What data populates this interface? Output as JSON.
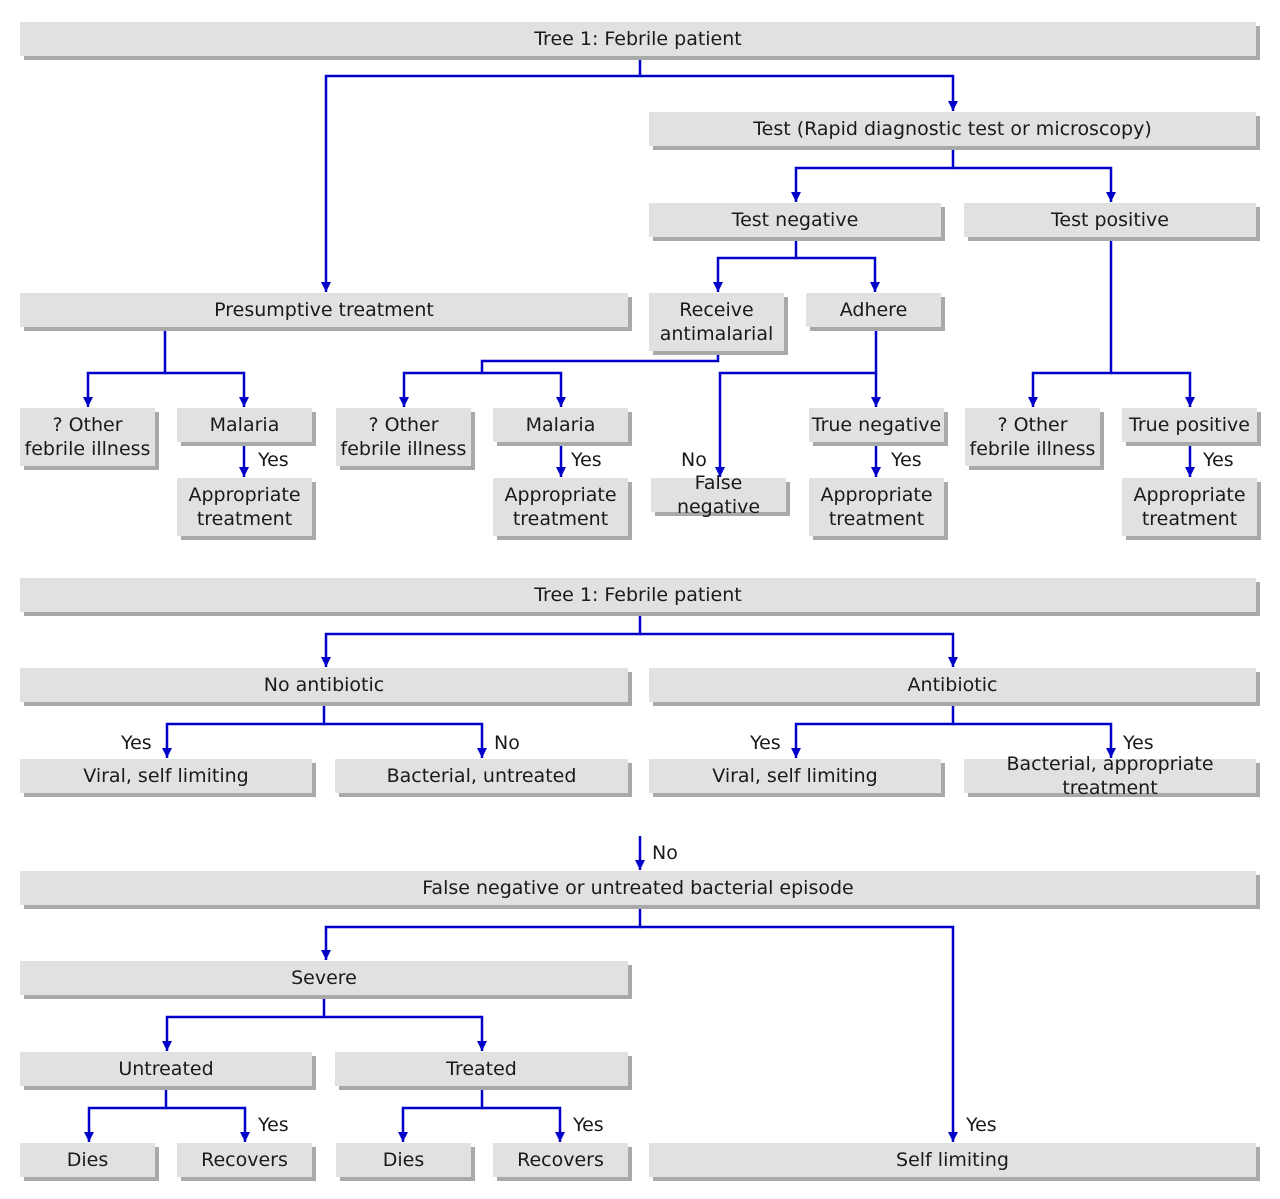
{
  "colors": {
    "connector": "#0000c8",
    "box_fill": "#e1e1e1",
    "box_shadow": "#a9a9a9"
  },
  "tree1": {
    "root": "Tree 1: Febrile patient",
    "test": "Test (Rapid diagnostic test or microscopy)",
    "test_negative": "Test negative",
    "test_positive": "Test positive",
    "presumptive": "Presumptive treatment",
    "receive_antimalarial": "Receive antimalarial",
    "adhere": "Adhere",
    "pres_other": "? Other febrile illness",
    "pres_malaria": "Malaria",
    "pres_appropriate": "Appropriate treatment",
    "recv_other": "? Other febrile illness",
    "recv_malaria": "Malaria",
    "recv_appropriate": "Appropriate treatment",
    "false_negative": "False negative",
    "true_negative": "True negative",
    "tn_appropriate": "Appropriate treatment",
    "pos_other": "? Other febrile illness",
    "true_positive": "True positive",
    "tp_appropriate": "Appropriate treatment",
    "yes1": "Yes",
    "yes2": "Yes",
    "no1": "No",
    "yes3": "Yes",
    "yes4": "Yes"
  },
  "tree2": {
    "root": "Tree 1: Febrile patient",
    "no_antibiotic": "No antibiotic",
    "antibiotic": "Antibiotic",
    "viral1": "Viral, self limiting",
    "bacterial_untreated": "Bacterial, untreated",
    "viral2": "Viral, self limiting",
    "bacterial_appropriate": "Bacterial, appropriate treatment",
    "yes1": "Yes",
    "no1": "No",
    "yes2": "Yes",
    "yes3": "Yes"
  },
  "tree3": {
    "no_in": "No",
    "root": "False negative or untreated bacterial episode",
    "severe": "Severe",
    "untreated": "Untreated",
    "treated": "Treated",
    "dies1": "Dies",
    "recovers1": "Recovers",
    "dies2": "Dies",
    "recovers2": "Recovers",
    "self_limiting": "Self limiting",
    "yes1": "Yes",
    "yes2": "Yes",
    "yes3": "Yes"
  }
}
